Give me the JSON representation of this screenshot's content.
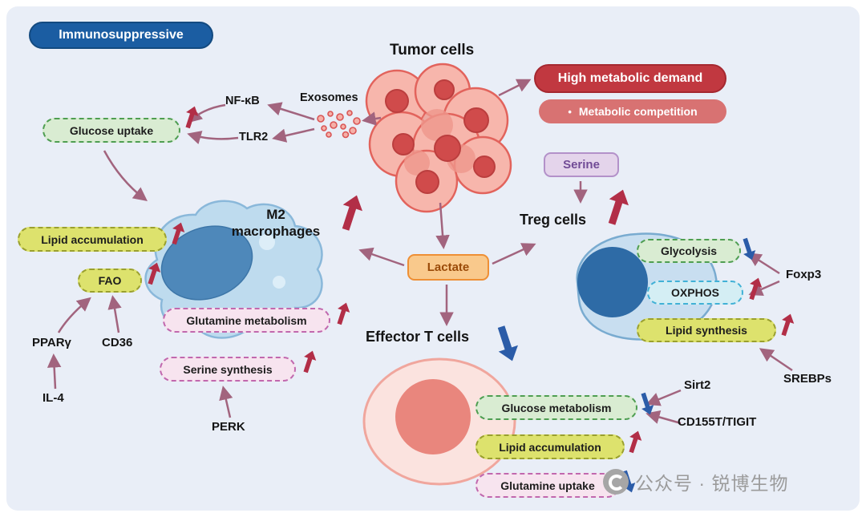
{
  "title_badges": {
    "immunosuppressive": "Immunosuppressive",
    "high_metabolic_demand": "High metabolic demand",
    "metabolic_competition_bullet": "•",
    "metabolic_competition": "Metabolic competition"
  },
  "cells": {
    "tumor_label": "Tumor cells",
    "m2_line1": "M2",
    "m2_line2": "macrophages",
    "treg_label": "Treg cells",
    "effector_label": "Effector T cells"
  },
  "mediators": {
    "exosomes": "Exosomes",
    "lactate": "Lactate",
    "serine": "Serine"
  },
  "m2_panel": {
    "glucose_uptake": "Glucose uptake",
    "nfkb": "NF-κB",
    "tlr2": "TLR2",
    "lipid_accumulation": "Lipid accumulation",
    "fao": "FAO",
    "pparg": "PPARγ",
    "cd36": "CD36",
    "il4": "IL-4",
    "glutamine_metabolism": "Glutamine metabolism",
    "serine_synthesis": "Serine synthesis",
    "perk": "PERK"
  },
  "treg_panel": {
    "glycolysis": "Glycolysis",
    "oxphos": "OXPHOS",
    "foxp3": "Foxp3",
    "lipid_synthesis": "Lipid synthesis",
    "srebps": "SREBPs"
  },
  "effector_panel": {
    "glucose_metabolism": "Glucose metabolism",
    "sirt2": "Sirt2",
    "cd155t_tigit": "CD155T/TIGIT",
    "lipid_accumulation": "Lipid accumulation",
    "glutamine_uptake": "Glutamine uptake"
  },
  "watermark": {
    "text": "公众号 · 锐博生物"
  },
  "colors": {
    "background_panel": "#e9eef7",
    "immunosuppressive_badge": "#1b5da2",
    "high_demand_badge": "#c13840",
    "competition_badge": "#d87272",
    "increase_arrow": "#b22e47",
    "decrease_arrow": "#2b5ca8",
    "connector_arrow": "#a2647e",
    "green_box_border": "#4f9e52",
    "yellow_box_border": "#9aa02e",
    "pink_box_border": "#c168ae",
    "cyan_box_border": "#41b1d6",
    "lactate_border": "#ee8f35",
    "serine_border": "#b391c9",
    "tumor_cell_fill": "#f7b6ac",
    "m2_cell_fill": "#bedbee",
    "treg_cell_fill": "#c8def0",
    "effector_cell_fill": "#fbe3df"
  }
}
